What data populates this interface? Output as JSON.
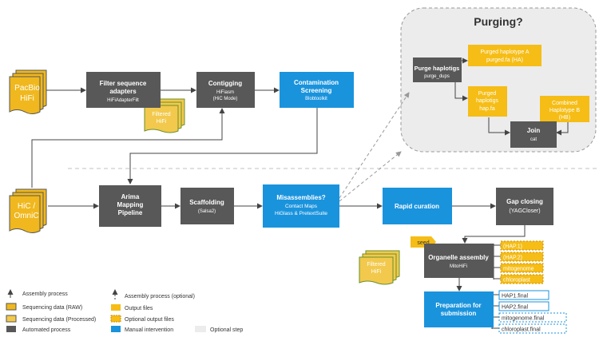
{
  "colors": {
    "raw": "#f0b81e",
    "processed": "#f2c94c",
    "output": "#f5bd16",
    "auto": "#585858",
    "manual": "#1a93dd",
    "optional_bg": "#ececec"
  },
  "purging": {
    "title": "Purging?"
  },
  "inputs": {
    "pacbio": [
      "PacBio",
      "HiFi"
    ],
    "hic": [
      "HiC /",
      "OmniC"
    ],
    "filtered_hifi_1": [
      "Filtered",
      "HiFi"
    ],
    "filtered_hifi_2": [
      "Filtered",
      "HiFi"
    ]
  },
  "nodes": {
    "filter": {
      "title": [
        "Filter sequence",
        "adapters"
      ],
      "sub": "HiFiAdapterFilt"
    },
    "contig": {
      "title": [
        "Contigging"
      ],
      "sub": [
        "HiFiasm",
        "(HiC Mode)"
      ]
    },
    "contam": {
      "title": [
        "Contamination",
        "Screening"
      ],
      "sub": "Blobtoolkit"
    },
    "arima": {
      "title": [
        "Arima",
        "Mapping",
        "Pipeline"
      ]
    },
    "scaff": {
      "title": "Scaffolding",
      "sub": "(Salsa2)"
    },
    "misasm": {
      "title": "Misassemblies?",
      "sub": [
        "Contact Maps",
        "HiGlass &  PretextSuite"
      ]
    },
    "rapid": {
      "title": "Rapid curation"
    },
    "gap": {
      "title": "Gap closing",
      "sub": "(YAGCloser)"
    },
    "purge": {
      "title": "Purge haplotigs",
      "sub": "purge_dups"
    },
    "hapA": {
      "title": "Purged haplotype A",
      "sub": "purged.fa (HA)"
    },
    "hapfa": {
      "title": [
        "Purged",
        "haplotigs"
      ],
      "sub": "hap.fa"
    },
    "hapB": {
      "title": [
        "Combined",
        "Haplotype B"
      ],
      "sub": "(HB)"
    },
    "join": {
      "title": "Join",
      "sub": "cat"
    },
    "organelle": {
      "title": "Organelle assembly",
      "sub": "MitoHiFi"
    },
    "prep": {
      "title": [
        "Preparation for",
        "submission"
      ]
    },
    "seed": {
      "title": "seed"
    }
  },
  "outputs_optional": [
    "(HAP.1)",
    "(HAP.2)",
    "mitogenome",
    "chloroplast"
  ],
  "outputs_final": [
    "HAP1.final",
    "HAP2.final",
    "mitogenome.final",
    "chloroplast.final"
  ],
  "legend": {
    "assembly": "Assembly process",
    "assembly_opt": "Assembly process (optional)",
    "raw": "Sequencing data (RAW)",
    "processed": "Sequencing data (Processed)",
    "auto": "Automated process",
    "output": "Output files",
    "output_opt": "Optional output files",
    "manual": "Manual intervention",
    "optional_step": "Optional step"
  }
}
